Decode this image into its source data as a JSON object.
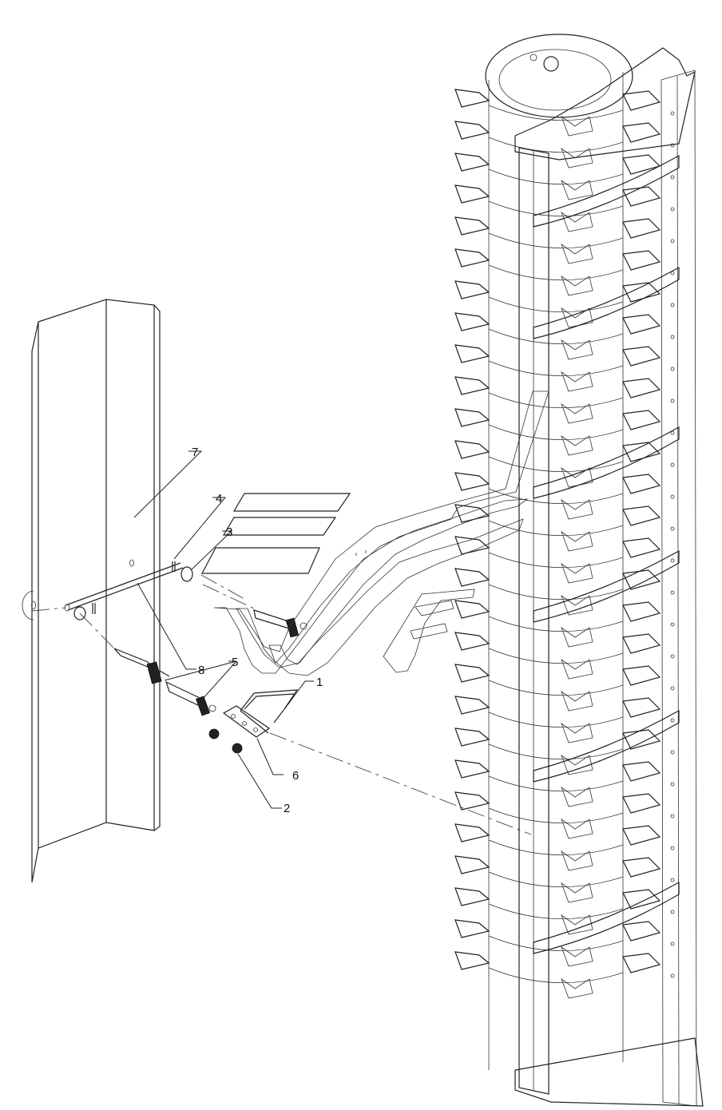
{
  "diagram": {
    "callouts": [
      {
        "id": "1",
        "text": "1"
      },
      {
        "id": "2",
        "text": "2"
      },
      {
        "id": "3",
        "text": "3"
      },
      {
        "id": "4",
        "text": "4"
      },
      {
        "id": "5",
        "text": "5"
      },
      {
        "id": "6",
        "text": "6"
      },
      {
        "id": "7",
        "text": "7"
      },
      {
        "id": "8",
        "text": "8"
      }
    ],
    "ink_color": "#222222",
    "background": "#ffffff"
  }
}
